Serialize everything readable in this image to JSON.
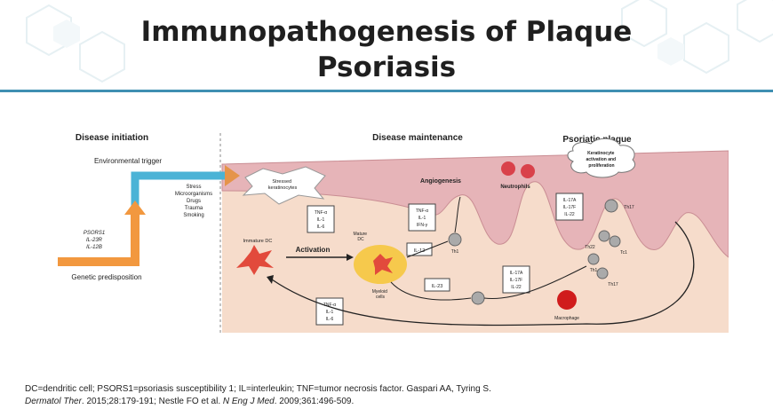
{
  "slide": {
    "title_line1": "Immunopathogenesis of Plaque",
    "title_line2": "Psoriasis"
  },
  "diagram": {
    "section_initiation": "Disease initiation",
    "section_maintenance": "Disease maintenance",
    "section_plaque": "Psoriatic plaque",
    "environmental_trigger": "Environmental trigger",
    "triggers": [
      "Stress",
      "Microorganisms",
      "Drugs",
      "Trauma",
      "Smoking"
    ],
    "genetic_predisposition": "Genetic predisposition",
    "genes": [
      "PSORS1",
      "IL-23R",
      "IL-12B"
    ],
    "stressed_keratinocytes": [
      "Stressed",
      "keratinocytes"
    ],
    "immature_dc": "Immature DC",
    "activation": "Activation",
    "mature_dc": [
      "Mature",
      "DC"
    ],
    "myeloid_dc": [
      "Myeloid",
      "cells"
    ],
    "angiogenesis": "Angiogenesis",
    "neutrophils": "Neutrophils",
    "keratinocyte_bubble": [
      "Keratinocyte",
      "activation and",
      "proliferation"
    ],
    "box_cytokines_1": [
      "TNF-α",
      "IL-1",
      "IL-6"
    ],
    "box_cytokines_2": [
      "TNF-α",
      "IL-1",
      "IFN-γ"
    ],
    "box_cytokines_3": [
      "IL-17A",
      "IL-17F",
      "IL-22"
    ],
    "box_cytokines_4": [
      "IL-17A",
      "IL-17F",
      "IL-22"
    ],
    "box_cytokines_5": [
      "TNF-α",
      "IL-1",
      "IL-6"
    ],
    "label_il12": "IL-12",
    "label_il23": "IL-23",
    "cell_th1": "Th1",
    "cell_th17_a": "Th17",
    "cell_th17_b": "Th17",
    "cell_th22": "Th22",
    "cell_tc1": "Tc1",
    "cell_th1_b": "Th1",
    "macrophage": "Macrophage"
  },
  "caption": {
    "line1": "DC=dendritic cell; PSORS1=psoriasis susceptibility 1; IL=interleukin; TNF=tumor necrosis factor. Gaspari AA, Tyring S.",
    "journal1": "Dermatol Ther",
    "line2a": ". 2015;28:179-191; Nestle FO et al. ",
    "journal2": "N Eng J Med",
    "line2b": ". 2009;361:496-509."
  }
}
